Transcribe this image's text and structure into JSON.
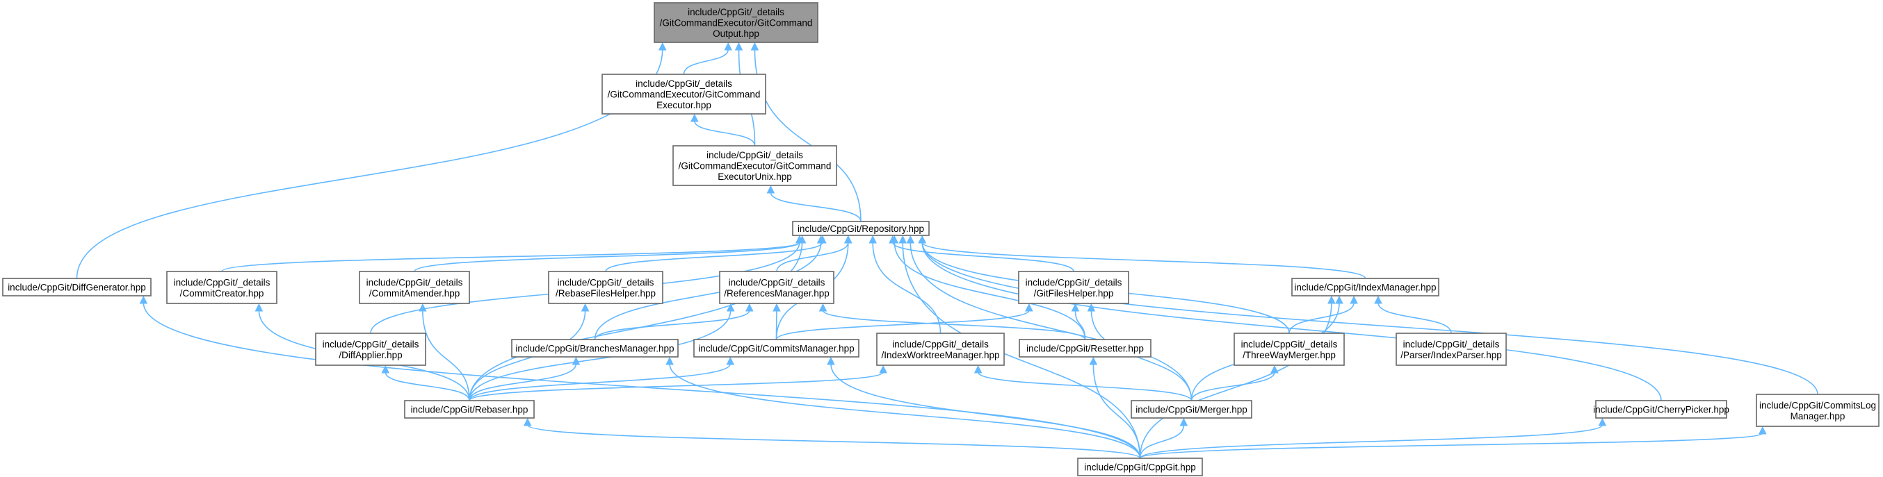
{
  "nodes": {
    "git_command_output": {
      "lines": [
        "include/CppGit/_details",
        "/GitCommandExecutor/GitCommand",
        "Output.hpp"
      ],
      "root": true
    },
    "git_command_executor": {
      "lines": [
        "include/CppGit/_details",
        "/GitCommandExecutor/GitCommand",
        "Executor.hpp"
      ]
    },
    "git_command_executor_unix": {
      "lines": [
        "include/CppGit/_details",
        "/GitCommandExecutor/GitCommand",
        "ExecutorUnix.hpp"
      ]
    },
    "repository": {
      "lines": [
        "include/CppGit/Repository.hpp"
      ]
    },
    "diff_generator": {
      "lines": [
        "include/CppGit/DiffGenerator.hpp"
      ]
    },
    "commit_creator": {
      "lines": [
        "include/CppGit/_details",
        "/CommitCreator.hpp"
      ]
    },
    "commit_amender": {
      "lines": [
        "include/CppGit/_details",
        "/CommitAmender.hpp"
      ]
    },
    "rebase_files_helper": {
      "lines": [
        "include/CppGit/_details",
        "/RebaseFilesHelper.hpp"
      ]
    },
    "references_manager": {
      "lines": [
        "include/CppGit/_details",
        "/ReferencesManager.hpp"
      ]
    },
    "git_files_helper": {
      "lines": [
        "include/CppGit/_details",
        "/GitFilesHelper.hpp"
      ]
    },
    "index_manager": {
      "lines": [
        "include/CppGit/IndexManager.hpp"
      ]
    },
    "diff_applier": {
      "lines": [
        "include/CppGit/_details",
        "/DiffApplier.hpp"
      ]
    },
    "branches_manager": {
      "lines": [
        "include/CppGit/BranchesManager.hpp"
      ]
    },
    "commits_manager": {
      "lines": [
        "include/CppGit/CommitsManager.hpp"
      ]
    },
    "index_worktree_manager": {
      "lines": [
        "include/CppGit/_details",
        "/IndexWorktreeManager.hpp"
      ]
    },
    "resetter": {
      "lines": [
        "include/CppGit/Resetter.hpp"
      ]
    },
    "three_way_merger": {
      "lines": [
        "include/CppGit/_details",
        "/ThreeWayMerger.hpp"
      ]
    },
    "index_parser": {
      "lines": [
        "include/CppGit/_details",
        "/Parser/IndexParser.hpp"
      ]
    },
    "rebaser": {
      "lines": [
        "include/CppGit/Rebaser.hpp"
      ]
    },
    "merger": {
      "lines": [
        "include/CppGit/Merger.hpp"
      ]
    },
    "cherry_picker": {
      "lines": [
        "include/CppGit/CherryPicker.hpp"
      ]
    },
    "commits_log_manager": {
      "lines": [
        "include/CppGit/CommitsLog",
        "Manager.hpp"
      ]
    },
    "cppgit": {
      "lines": [
        "include/CppGit/CppGit.hpp"
      ]
    }
  },
  "edges": [
    [
      "git_command_executor",
      "git_command_output"
    ],
    [
      "git_command_executor_unix",
      "git_command_output"
    ],
    [
      "repository",
      "git_command_output"
    ],
    [
      "diff_generator",
      "git_command_output"
    ],
    [
      "git_command_executor_unix",
      "git_command_executor"
    ],
    [
      "repository",
      "git_command_executor_unix"
    ],
    [
      "commit_creator",
      "repository"
    ],
    [
      "commit_amender",
      "repository"
    ],
    [
      "rebase_files_helper",
      "repository"
    ],
    [
      "references_manager",
      "repository"
    ],
    [
      "git_files_helper",
      "repository"
    ],
    [
      "index_manager",
      "repository"
    ],
    [
      "diff_applier",
      "repository"
    ],
    [
      "branches_manager",
      "repository"
    ],
    [
      "commits_manager",
      "repository"
    ],
    [
      "index_worktree_manager",
      "repository"
    ],
    [
      "resetter",
      "repository"
    ],
    [
      "three_way_merger",
      "repository"
    ],
    [
      "rebaser",
      "repository"
    ],
    [
      "merger",
      "repository"
    ],
    [
      "cherry_picker",
      "repository"
    ],
    [
      "commits_log_manager",
      "repository"
    ],
    [
      "cppgit",
      "repository"
    ],
    [
      "cppgit",
      "diff_generator"
    ],
    [
      "rebaser",
      "commit_creator"
    ],
    [
      "rebaser",
      "commit_amender"
    ],
    [
      "rebaser",
      "rebase_files_helper"
    ],
    [
      "rebaser",
      "references_manager"
    ],
    [
      "branches_manager",
      "references_manager"
    ],
    [
      "commits_manager",
      "references_manager"
    ],
    [
      "resetter",
      "references_manager"
    ],
    [
      "commits_manager",
      "git_files_helper"
    ],
    [
      "resetter",
      "git_files_helper"
    ],
    [
      "merger",
      "git_files_helper"
    ],
    [
      "three_way_merger",
      "index_manager"
    ],
    [
      "index_parser",
      "index_manager"
    ],
    [
      "merger",
      "index_manager"
    ],
    [
      "cppgit",
      "index_manager"
    ],
    [
      "rebaser",
      "diff_applier"
    ],
    [
      "rebaser",
      "branches_manager"
    ],
    [
      "cppgit",
      "branches_manager"
    ],
    [
      "rebaser",
      "commits_manager"
    ],
    [
      "cppgit",
      "commits_manager"
    ],
    [
      "rebaser",
      "index_worktree_manager"
    ],
    [
      "merger",
      "index_worktree_manager"
    ],
    [
      "cppgit",
      "resetter"
    ],
    [
      "merger",
      "three_way_merger"
    ],
    [
      "cppgit",
      "rebaser"
    ],
    [
      "cppgit",
      "merger"
    ],
    [
      "cppgit",
      "cherry_picker"
    ],
    [
      "cppgit",
      "commits_log_manager"
    ]
  ],
  "colors": {
    "edge": "#63b8ff",
    "node_border": "#666666",
    "root_fill": "#999999",
    "node_fill": "#ffffff"
  }
}
